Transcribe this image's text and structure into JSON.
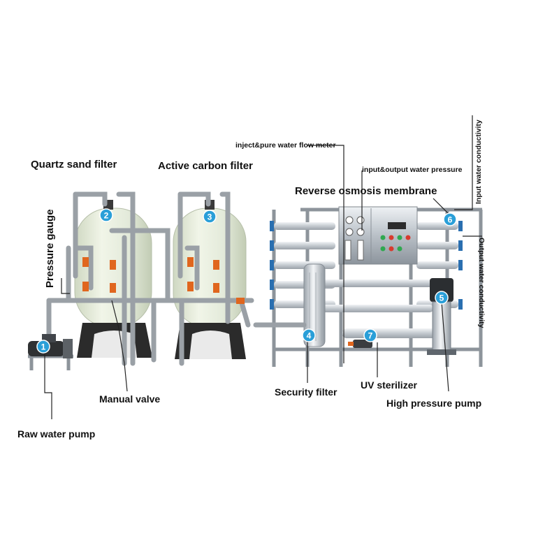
{
  "labels": {
    "quartz_sand_filter": "Quartz sand filter",
    "active_carbon_filter": "Active carbon filter",
    "pressure_gauge": "Pressure gauge",
    "manual_valve": "Manual valve",
    "raw_water_pump": "Raw water pump",
    "flow_meter": "inject&pure water flow meter",
    "io_pressure": "input&output water pressure",
    "reverse_osmosis_membrane": "Reverse osmosis membrane",
    "input_water_conductivity": "Input water conductivity",
    "output_water_conductivity": "Output water conductivity",
    "security_filter": "Security filter",
    "uv_sterilizer": "UV sterilizer",
    "high_pressure_pump": "High pressure pump"
  },
  "badges": [
    "1",
    "2",
    "3",
    "4",
    "5",
    "6",
    "7"
  ],
  "colors": {
    "badge": "#2a9fd8",
    "tank_body": "#e8eedb",
    "tank_base": "#2b2b2b",
    "pipe": "#9aa0a6",
    "valve": "#e0661e",
    "steel": "#c9ced3"
  }
}
